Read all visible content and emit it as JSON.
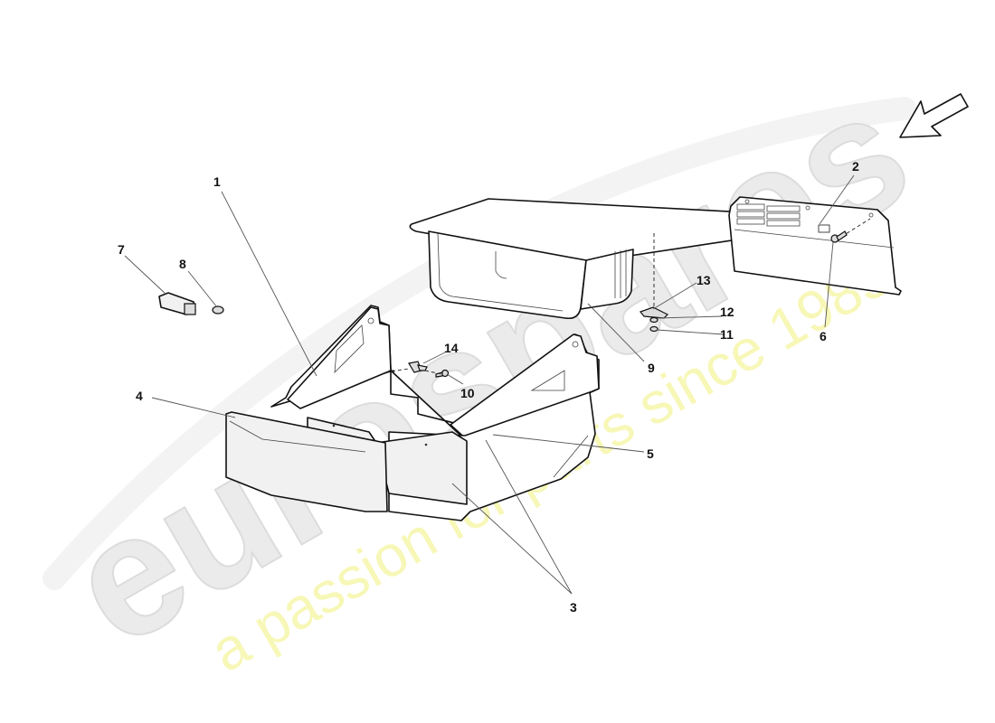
{
  "diagram": {
    "type": "exploded-parts-view",
    "background": "#ffffff",
    "watermark": {
      "brand": "eurospares",
      "tagline": "a passion for parts since 1985",
      "brand_color": "#e6e6e6",
      "tagline_color": "#f5f5a8"
    },
    "view_direction_arrow": "arrow-down-left-icon",
    "callouts": [
      {
        "id": "1",
        "label": "1"
      },
      {
        "id": "2",
        "label": "2"
      },
      {
        "id": "3",
        "label": "3"
      },
      {
        "id": "4",
        "label": "4"
      },
      {
        "id": "5",
        "label": "5"
      },
      {
        "id": "6",
        "label": "6"
      },
      {
        "id": "7",
        "label": "7"
      },
      {
        "id": "8",
        "label": "8"
      },
      {
        "id": "9",
        "label": "9"
      },
      {
        "id": "10",
        "label": "10"
      },
      {
        "id": "11",
        "label": "11"
      },
      {
        "id": "12",
        "label": "12"
      },
      {
        "id": "13",
        "label": "13"
      },
      {
        "id": "14",
        "label": "14"
      }
    ]
  }
}
